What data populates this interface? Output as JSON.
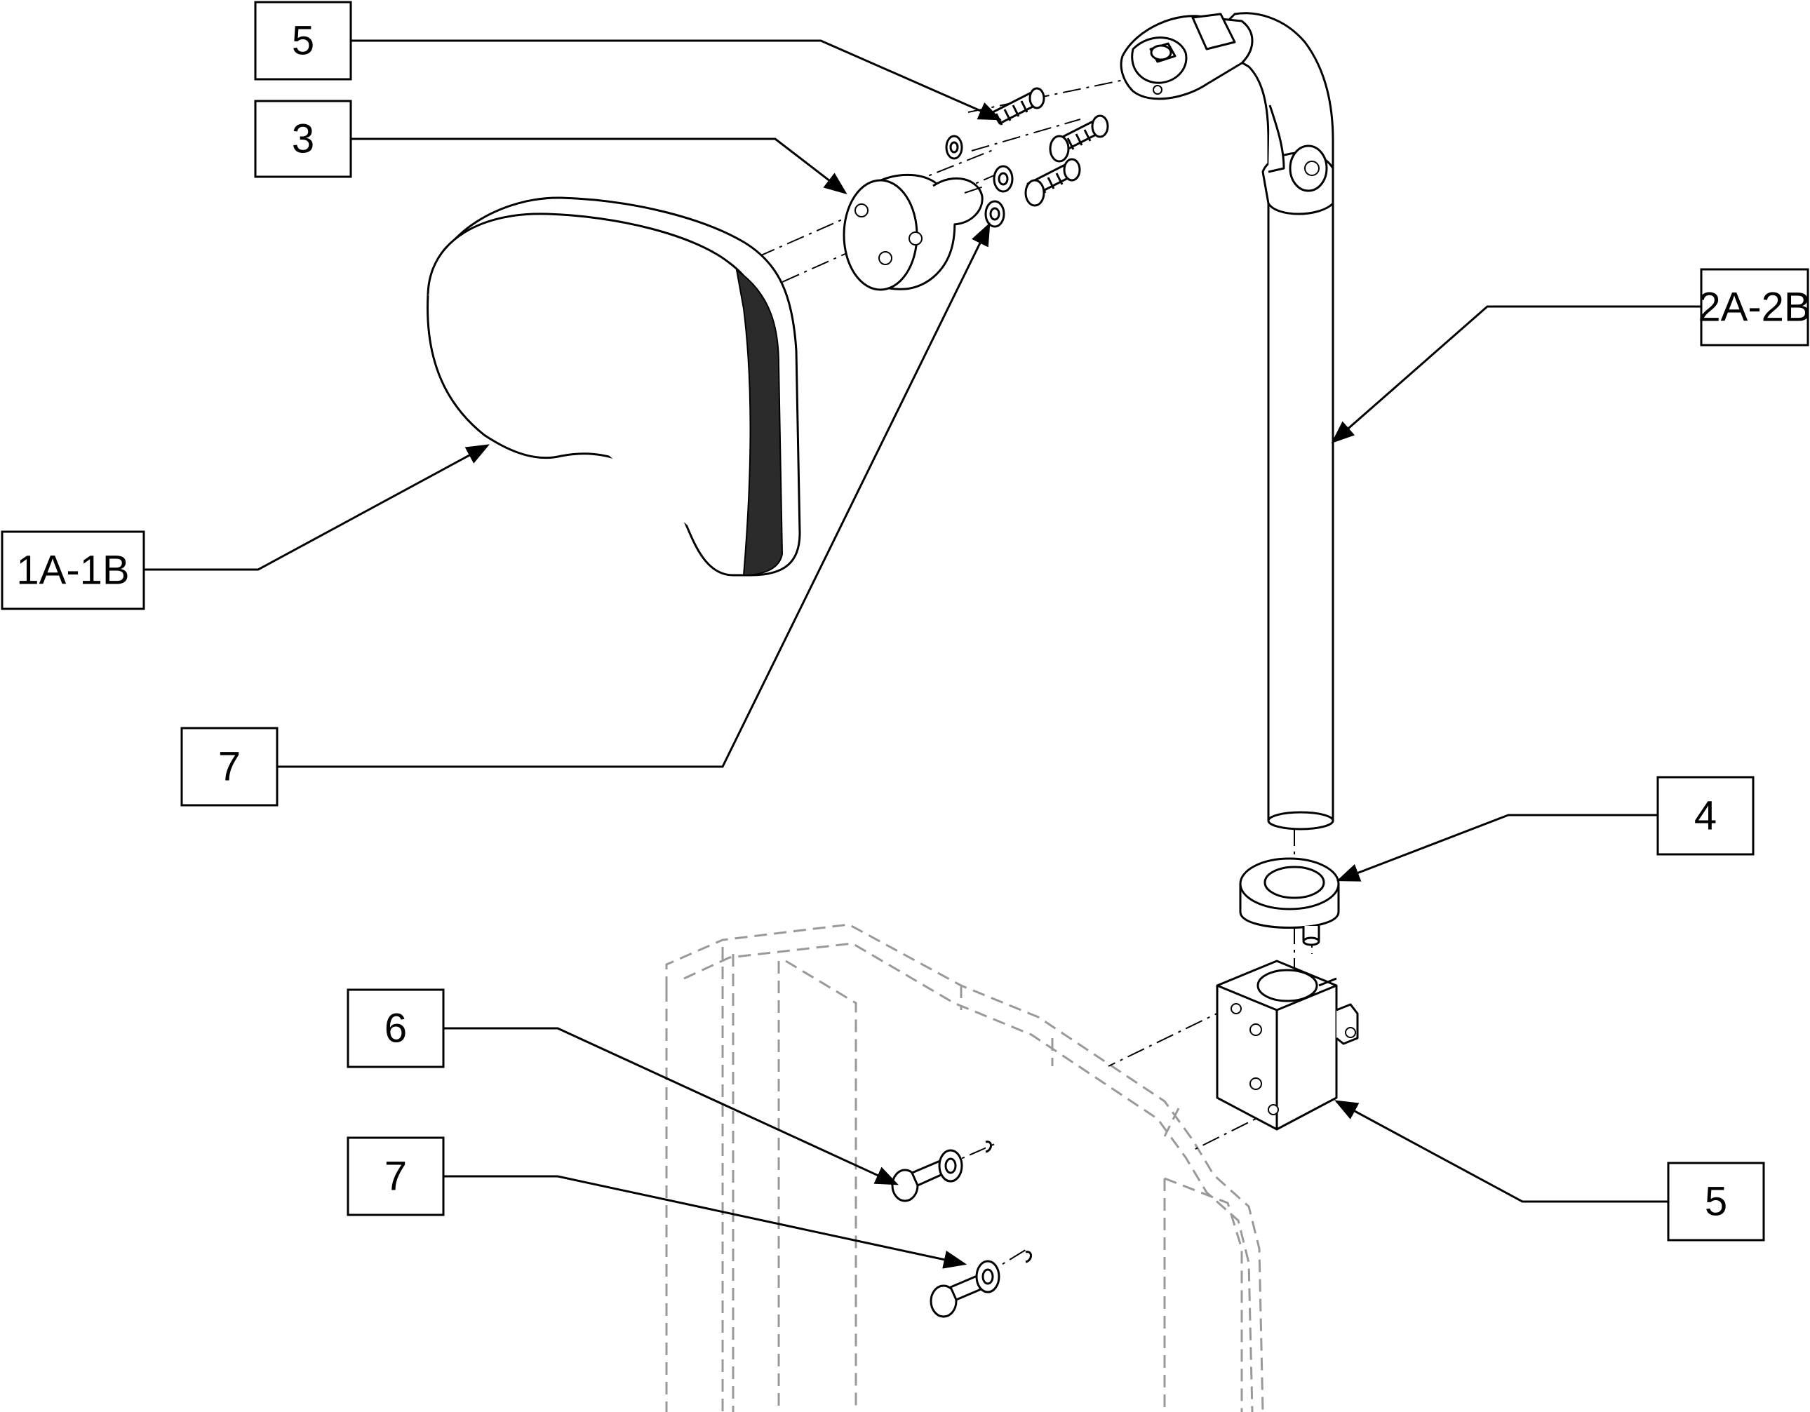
{
  "callouts": [
    {
      "id": "c5-top",
      "label": "5"
    },
    {
      "id": "c3",
      "label": "3"
    },
    {
      "id": "c2a2b",
      "label": "2A-2B"
    },
    {
      "id": "c1a1b",
      "label": "1A-1B"
    },
    {
      "id": "c7-top",
      "label": "7"
    },
    {
      "id": "c4",
      "label": "4"
    },
    {
      "id": "c6",
      "label": "6"
    },
    {
      "id": "c7-bottom",
      "label": "7"
    },
    {
      "id": "c5-bottom",
      "label": "5"
    }
  ],
  "colors": {
    "line": "#000000",
    "hidden_frame": "#999999",
    "pad_gradient_light": "#ffffff",
    "pad_gradient_dark": "#2b2b2b"
  }
}
